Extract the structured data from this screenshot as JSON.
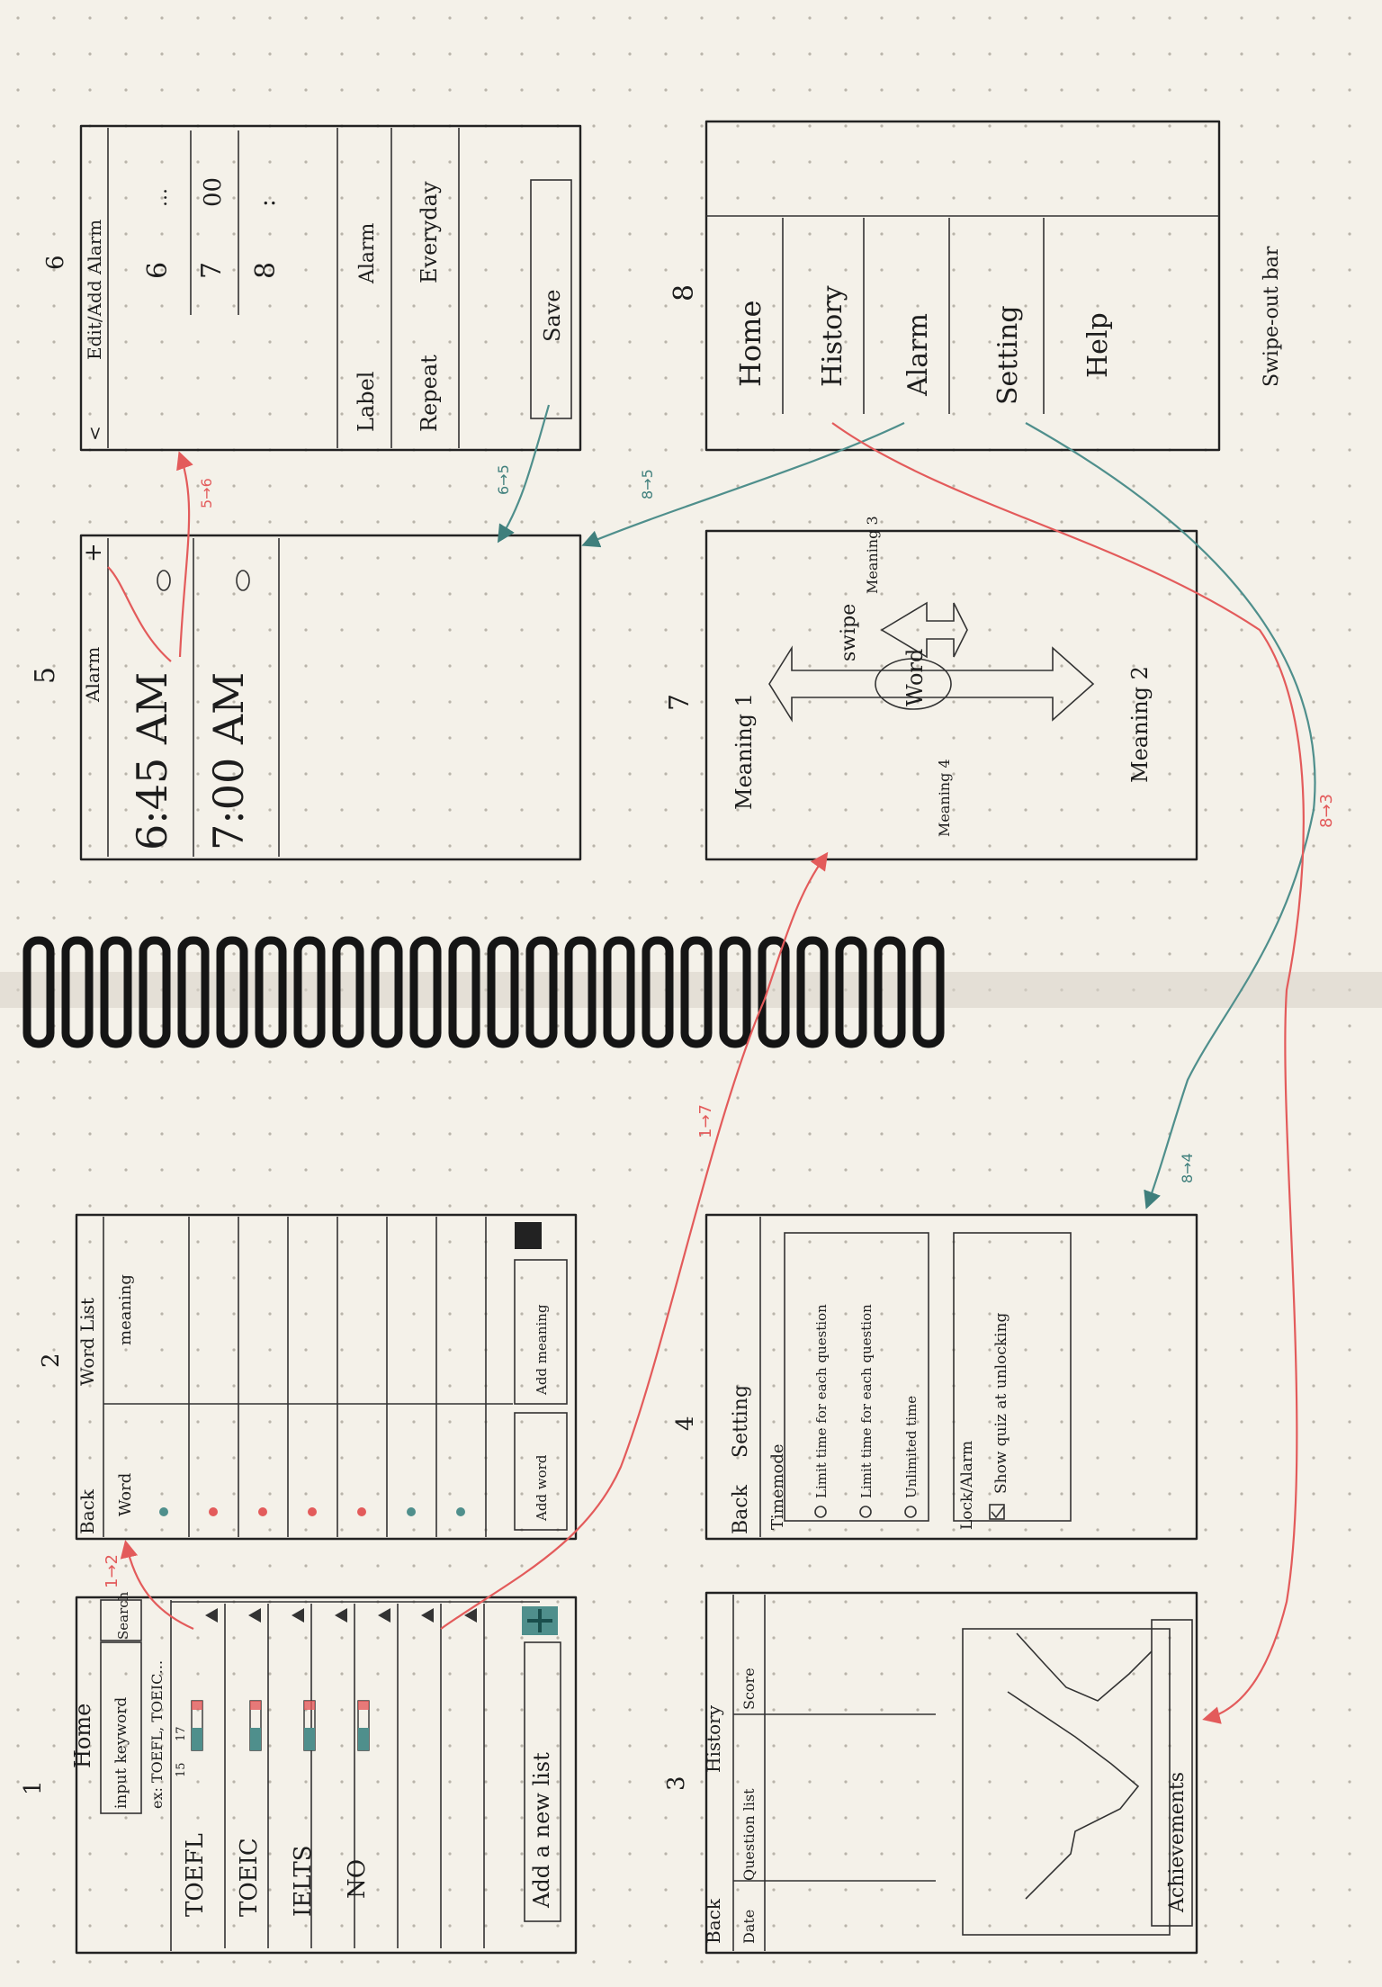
{
  "notebook": {
    "paper_color": "#f4f1e9",
    "ink_color": "#1d1d1d",
    "accent_red": "#e35b5b",
    "accent_teal": "#4f8f8c",
    "binding": "spiral-coil"
  },
  "screens": {
    "s1": {
      "number": "1",
      "title": "Home",
      "search_placeholder": "input keyword",
      "search_hint": "ex: TOEFL, TOEIC...",
      "search_button": "Search",
      "lists": [
        "TOEFL",
        "TOEIC",
        "IELTS",
        "NO"
      ],
      "progress_a": "15",
      "progress_b": "17",
      "add_list": "Add a new list"
    },
    "s2": {
      "number": "2",
      "back": "Back",
      "title": "Word List",
      "col_word": "Word",
      "col_meaning": "meaning",
      "add_word": "Add word",
      "add_meaning": "Add meaning"
    },
    "s3": {
      "number": "3",
      "back": "Back",
      "title": "History",
      "col_date": "Date",
      "col_question": "Question list",
      "col_score": "Score",
      "achievements": "Achievements"
    },
    "s4": {
      "number": "4",
      "back": "Back",
      "title": "Setting",
      "timemode": "Timemode",
      "opt1": "Limit time for each question",
      "opt2": "Limit time for each question",
      "opt3": "Unlimited time",
      "lock_title": "Lock/Alarm",
      "lock_option": "Show quiz at unlocking"
    },
    "s5": {
      "number": "5",
      "title": "Alarm",
      "add": "+",
      "alarms": [
        "6:45 AM",
        "7:00 AM"
      ]
    },
    "s6": {
      "number": "6",
      "title": "Edit/Add Alarm",
      "hours": [
        "6",
        "7",
        "8"
      ],
      "minutes": [
        "...",
        "00",
        ":"
      ],
      "label": "Label",
      "label_value": "Alarm",
      "repeat": "Repeat",
      "repeat_value": "Everyday",
      "save": "Save"
    },
    "s7": {
      "number": "7",
      "word": "Word",
      "swipe": "swipe",
      "meaning1": "Meaning 1",
      "meaning2": "Meaning 2",
      "meaning3": "Meaning 3",
      "meaning4": "Meaning 4"
    },
    "s8": {
      "number": "8",
      "items": [
        "Home",
        "History",
        "Alarm",
        "Setting",
        "Help"
      ],
      "caption": "Swipe-out bar"
    }
  },
  "flows": {
    "f12": "1→2",
    "f17": "1→7",
    "f56": "5→6",
    "f65": "6→5",
    "f85": "8→5",
    "f84": "8→4",
    "f83": "8→3"
  }
}
